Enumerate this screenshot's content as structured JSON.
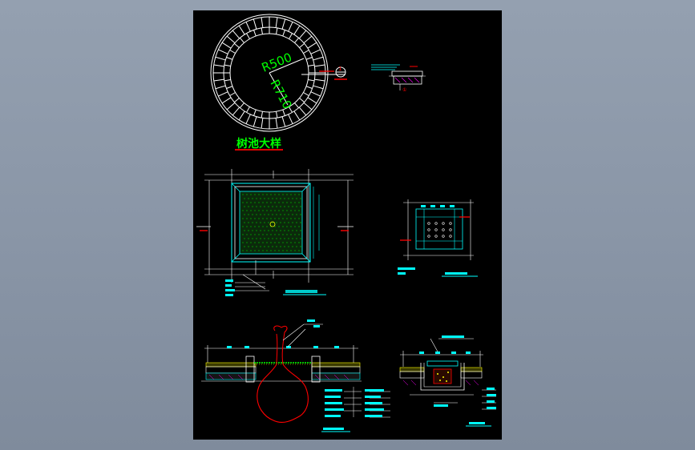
{
  "app": {
    "viewport_label": "CAD drawing viewport (tree pit detail sheet)"
  },
  "colors": {
    "background": "#8b97a8",
    "paper": "#000000",
    "stroke_white": "#ffffff",
    "stroke_cyan": "#00ffff",
    "stroke_green": "#00ff00",
    "stroke_red": "#ff0000",
    "stroke_yellow": "#ffff00",
    "stroke_magenta": "#ff00ff"
  },
  "drawing": {
    "title": "树池大样",
    "radius_inner": "R500",
    "radius_outer": "R710",
    "section_marker": "1",
    "detail_marker": "①"
  }
}
